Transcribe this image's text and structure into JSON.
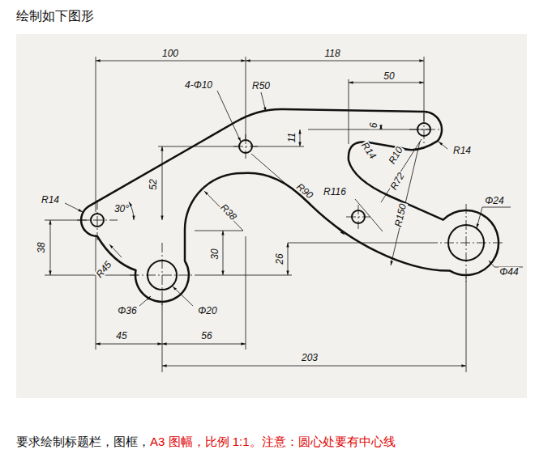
{
  "diagram": {
    "title": "绘制如下图形",
    "labels": [
      "100",
      "118",
      "4-Φ10",
      "R50",
      "50",
      "11",
      "6",
      "R14",
      "R10",
      "R14",
      "R72",
      "52",
      "30°",
      "R90",
      "R14",
      "R116",
      "R150",
      "R38",
      "Φ24",
      "38",
      "30",
      "26",
      "R45",
      "Φ44",
      "Φ36",
      "Φ20",
      "45",
      "56",
      "203",
      "要求绘制标题栏，图框，",
      "A3 图幅，比例 1:1。注意：圆心处要有中心线"
    ]
  }
}
